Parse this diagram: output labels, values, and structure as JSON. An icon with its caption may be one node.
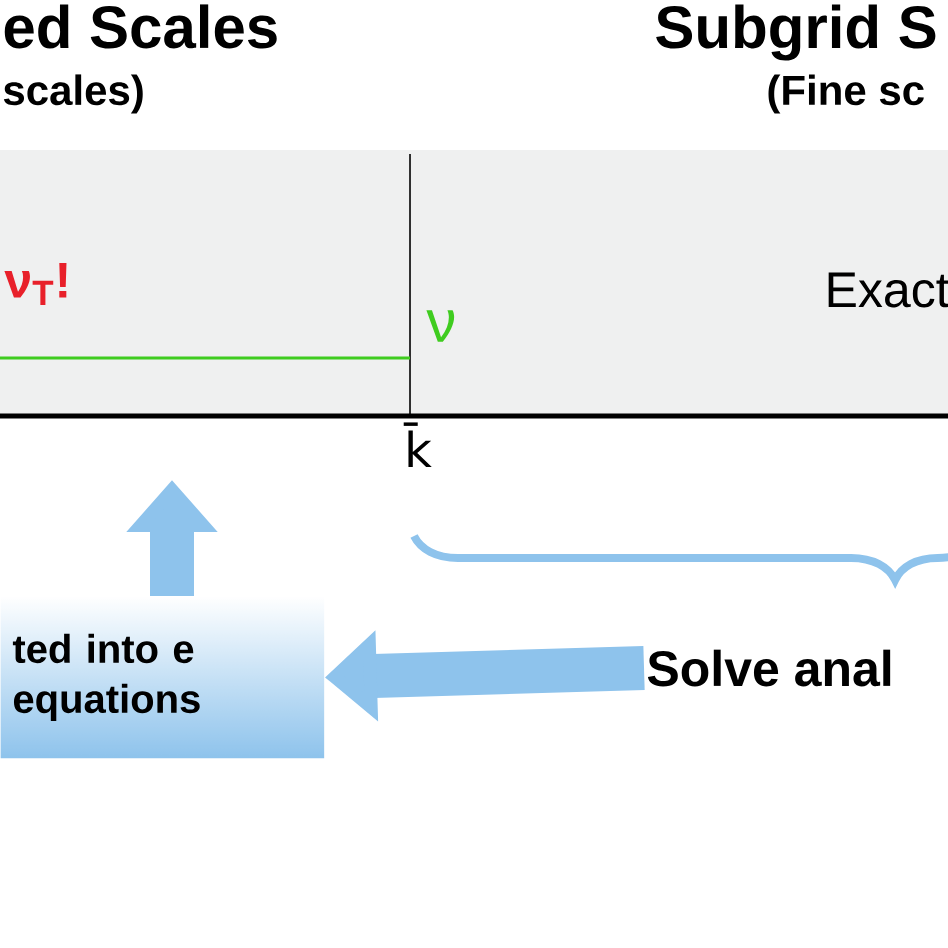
{
  "diagram": {
    "nodes": [
      {
        "text": [
          "ted into e equations"
        ]
      },
      {
        "text": [
          "Solve anal"
        ]
      }
    ],
    "edges": [
      {
        "from": 1,
        "to": 0,
        "arrow": "to"
      },
      {
        "from": 0,
        "to": null,
        "arrow": "to"
      }
    ],
    "labels": [
      "ed Scales",
      "scales)",
      "Subgrid S",
      "(Fine sc",
      "ν$_{T}$!",
      "ν",
      "Exact",
      "k̄"
    ]
  }
}
